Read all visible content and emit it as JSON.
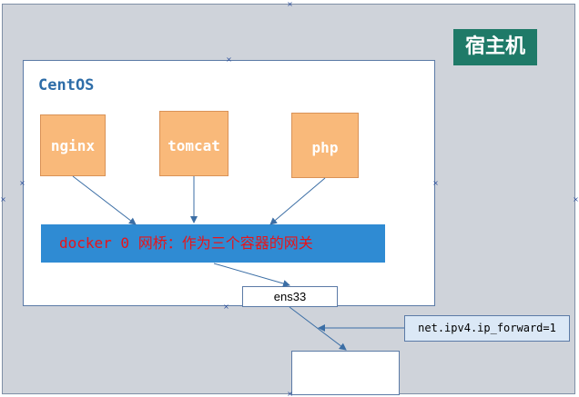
{
  "host": {
    "title": "宿主机"
  },
  "centos": {
    "label": "CentOS"
  },
  "containers": [
    {
      "name": "nginx"
    },
    {
      "name": "tomcat"
    },
    {
      "name": "php"
    }
  ],
  "bridge": {
    "label": "docker 0 网桥：作为三个容器的网关"
  },
  "ens": {
    "label": "ens33"
  },
  "ip_forward": {
    "label": "net.ipv4.ip_forward=1"
  },
  "colors": {
    "host_background": "#cfd3da",
    "host_title_background": "#1f7a68",
    "container_fill": "#f9b97a",
    "bridge_fill": "#2f8bd3",
    "bridge_text": "#e8141a",
    "centos_text": "#2e6da8",
    "ip_forward_fill": "#dbe8f6",
    "arrow": "#3b6ea5"
  }
}
